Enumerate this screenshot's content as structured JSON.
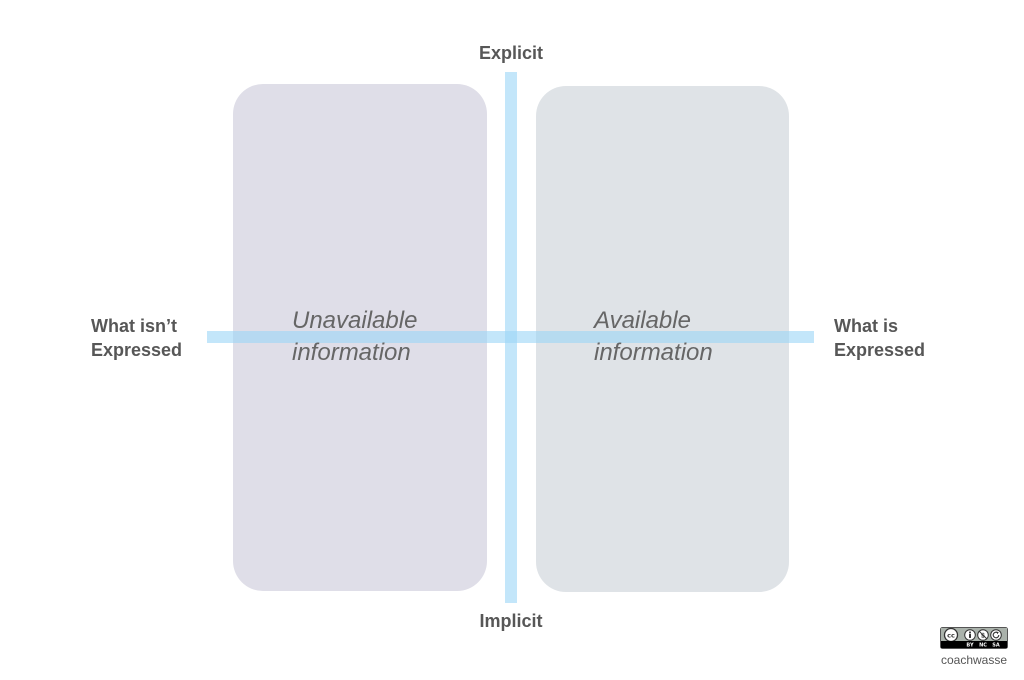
{
  "diagram": {
    "axis_labels": {
      "top": "Explicit",
      "bottom": "Implicit",
      "left": [
        "What isn’t",
        "Expressed"
      ],
      "right": [
        "What is",
        "Expressed"
      ]
    },
    "regions": {
      "left": [
        "Unavailable",
        "information"
      ],
      "right": [
        "Available",
        "information"
      ]
    }
  },
  "footer": {
    "license_badge": [
      "BY",
      "NC",
      "SA"
    ],
    "credit": "coachwasse"
  },
  "colors": {
    "left_panel": "#dfdee8",
    "right_panel": "#dfe3e7",
    "axis": "#9bd6f7",
    "label_text": "#575757",
    "region_text": "#666666"
  }
}
